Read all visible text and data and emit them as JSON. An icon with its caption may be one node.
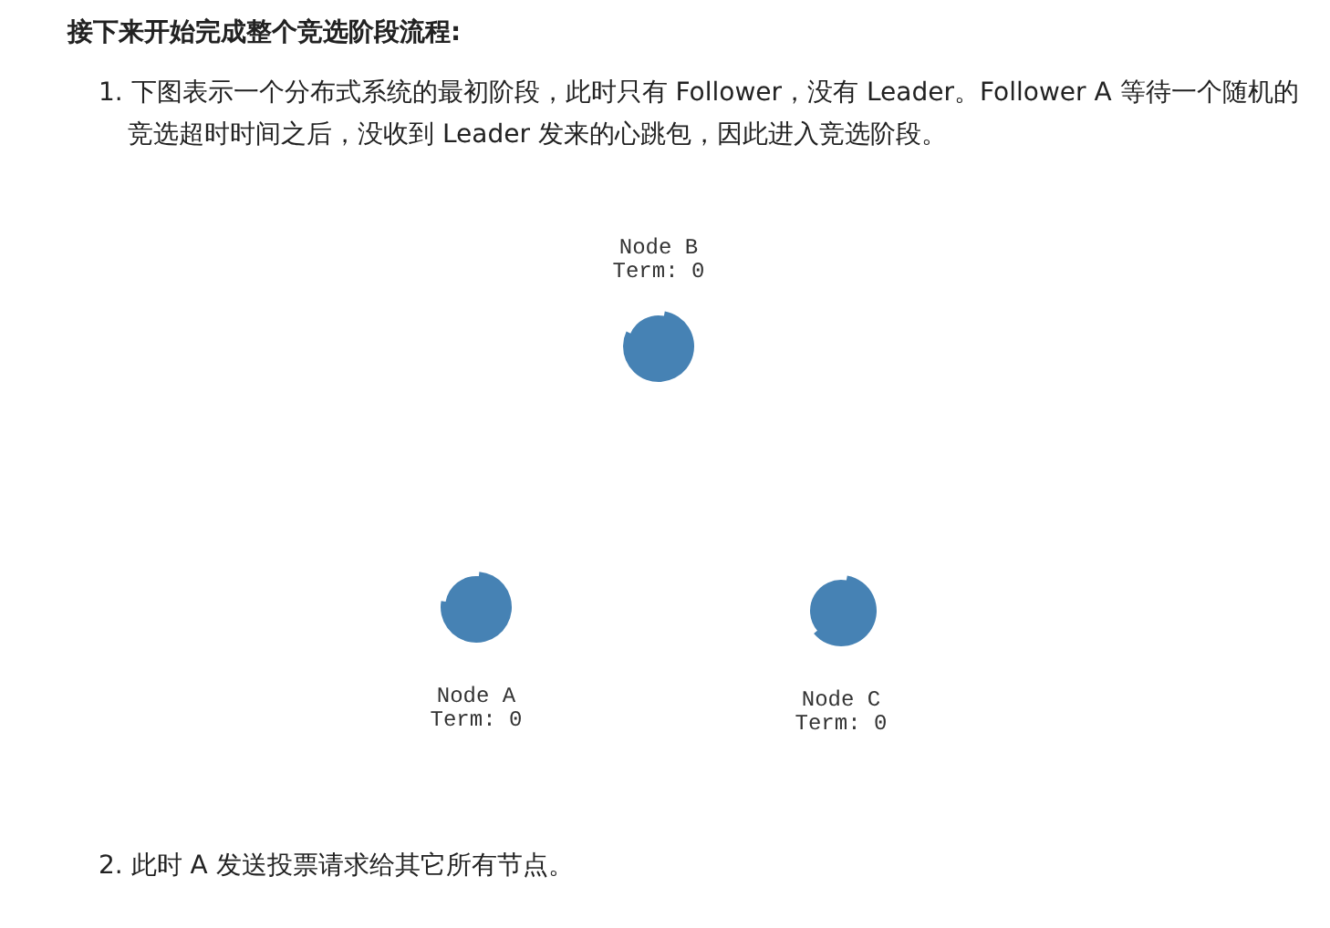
{
  "diagram": {
    "title": "接下来开始完成整个竞选阶段流程:",
    "nodes": [
      {
        "text": [
          "Node B",
          "Term: 0"
        ]
      },
      {
        "text": [
          "Node A",
          "Term: 0"
        ]
      },
      {
        "text": [
          "Node C",
          "Term: 0"
        ]
      }
    ],
    "labels": [
      "1. 下图表示一个分布式系统的最初阶段，此时只有 Follower，没有 Leader。Follower A 等待一个随机的竞选超时时间之后，没收到 Leader 发来的心跳包，因此进入竞选阶段。",
      "2. 此时 A 发送投票请求给其它所有节点。"
    ]
  }
}
